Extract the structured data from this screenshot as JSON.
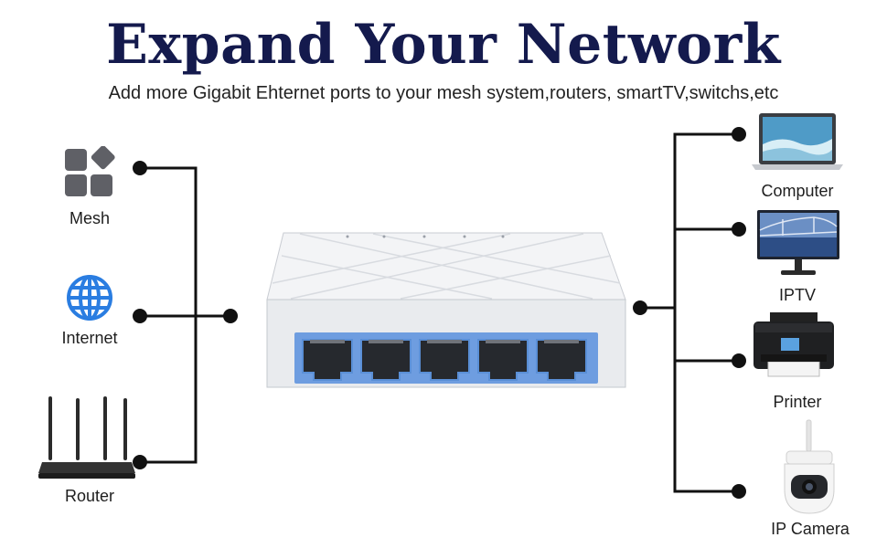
{
  "header": {
    "title": "Expand Your Network",
    "subtitle": "Add more Gigabit Ehternet ports to your mesh system,routers, smartTV,switchs,etc"
  },
  "left_devices": [
    {
      "label": "Mesh",
      "icon": "mesh-icon"
    },
    {
      "label": "Internet",
      "icon": "globe-icon"
    },
    {
      "label": "Router",
      "icon": "router-icon"
    }
  ],
  "switch": {
    "ports": 5,
    "icon": "ethernet-switch-icon"
  },
  "right_devices": [
    {
      "label": "Computer",
      "icon": "laptop-icon"
    },
    {
      "label": "IPTV",
      "icon": "monitor-icon"
    },
    {
      "label": "Printer",
      "icon": "printer-icon"
    },
    {
      "label": "IP Camera",
      "icon": "security-camera-icon"
    }
  ],
  "colors": {
    "title": "#141a4d",
    "line": "#111111",
    "port_blue": "#5a8fd6",
    "globe_blue": "#2a7de1",
    "mesh_gray": "#5f6066"
  }
}
